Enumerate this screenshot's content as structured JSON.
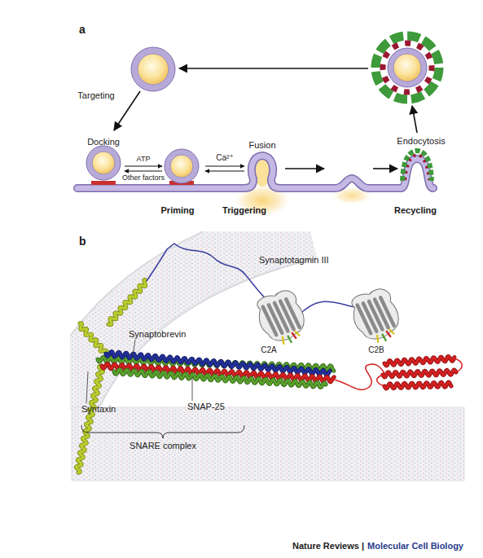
{
  "diagram": {
    "labels": [
      "a",
      "Targeting",
      "Docking",
      "ATP",
      "Other factors",
      "Ca²⁺",
      "Fusion",
      "Endocytosis",
      "Priming",
      "Triggering",
      "Recycling",
      "b",
      "Synaptotagmin III",
      "C2A",
      "C2B",
      "Synaptobrevin",
      "Syntaxin",
      "SNAP-25",
      "SNARE complex",
      "Nature Reviews |",
      "Molecular Cell Biology"
    ]
  }
}
